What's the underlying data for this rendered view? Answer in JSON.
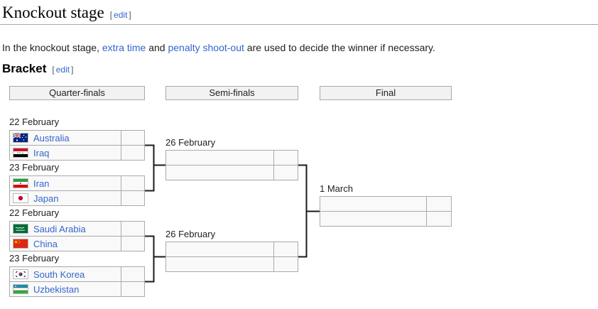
{
  "page": {
    "title": "Knockout stage",
    "title_edit": "edit",
    "intro": {
      "pre": "In the knockout stage, ",
      "link_extra_time": "extra time",
      "mid": " and ",
      "link_penalty": "penalty shoot-out",
      "post": " are used to decide the winner if necessary."
    },
    "section_title": "Bracket",
    "section_edit": "edit"
  },
  "bracket": {
    "round_headers": [
      "Quarter-finals",
      "Semi-finals",
      "Final"
    ],
    "quarterfinals": [
      {
        "date": "22 February",
        "teams": [
          {
            "name": "Australia",
            "flag": "australia",
            "score": ""
          },
          {
            "name": "Iraq",
            "flag": "iraq",
            "score": ""
          }
        ]
      },
      {
        "date": "23 February",
        "teams": [
          {
            "name": "Iran",
            "flag": "iran",
            "score": ""
          },
          {
            "name": "Japan",
            "flag": "japan",
            "score": ""
          }
        ]
      },
      {
        "date": "22 February",
        "teams": [
          {
            "name": "Saudi Arabia",
            "flag": "saudi-arabia",
            "score": ""
          },
          {
            "name": "China",
            "flag": "china",
            "score": ""
          }
        ]
      },
      {
        "date": "23 February",
        "teams": [
          {
            "name": "South Korea",
            "flag": "south-korea",
            "score": ""
          },
          {
            "name": "Uzbekistan",
            "flag": "uzbekistan",
            "score": ""
          }
        ]
      }
    ],
    "semifinals": [
      {
        "date": "26 February",
        "teams": [
          {
            "name": "",
            "score": ""
          },
          {
            "name": "",
            "score": ""
          }
        ]
      },
      {
        "date": "26 February",
        "teams": [
          {
            "name": "",
            "score": ""
          },
          {
            "name": "",
            "score": ""
          }
        ]
      }
    ],
    "final": {
      "date": "1 March",
      "teams": [
        {
          "name": "",
          "score": ""
        },
        {
          "name": "",
          "score": ""
        }
      ]
    }
  },
  "colors": {
    "link_blue": "#3366cc",
    "edit_bracket_gray": "#54595d",
    "cell_background": "#f9f9f9",
    "cell_border": "#aaaaaa",
    "header_background": "#f2f2f2",
    "header_border": "#a2a9b1",
    "connector_black": "#1a1a1a",
    "text": "#202122"
  }
}
